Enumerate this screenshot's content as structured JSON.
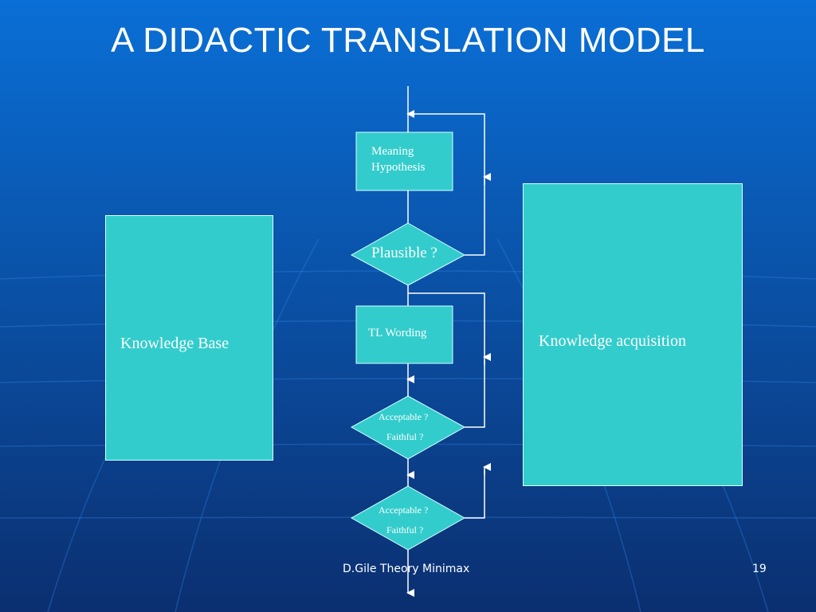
{
  "slide": {
    "title": "A DIDACTIC TRANSLATION MODEL",
    "footer_text": "D.Gile Theory Minimax",
    "page_number": "19"
  },
  "diagram": {
    "knowledge_base": "Knowledge Base",
    "knowledge_acquisition": "Knowledge acquisition",
    "meaning_hypothesis": [
      "Meaning",
      "Hypothesis"
    ],
    "plausible": "Plausible ?",
    "tl_wording": "TL Wording",
    "check_1": [
      "Acceptable ?",
      "Faithful ?"
    ],
    "check_2": [
      "Acceptable ?",
      "Faithful ?"
    ]
  },
  "colors": {
    "background_top": "#0a6fd6",
    "background_bottom": "#0b2f70",
    "shape_fill": "#33cccc",
    "line": "#ffffff"
  }
}
